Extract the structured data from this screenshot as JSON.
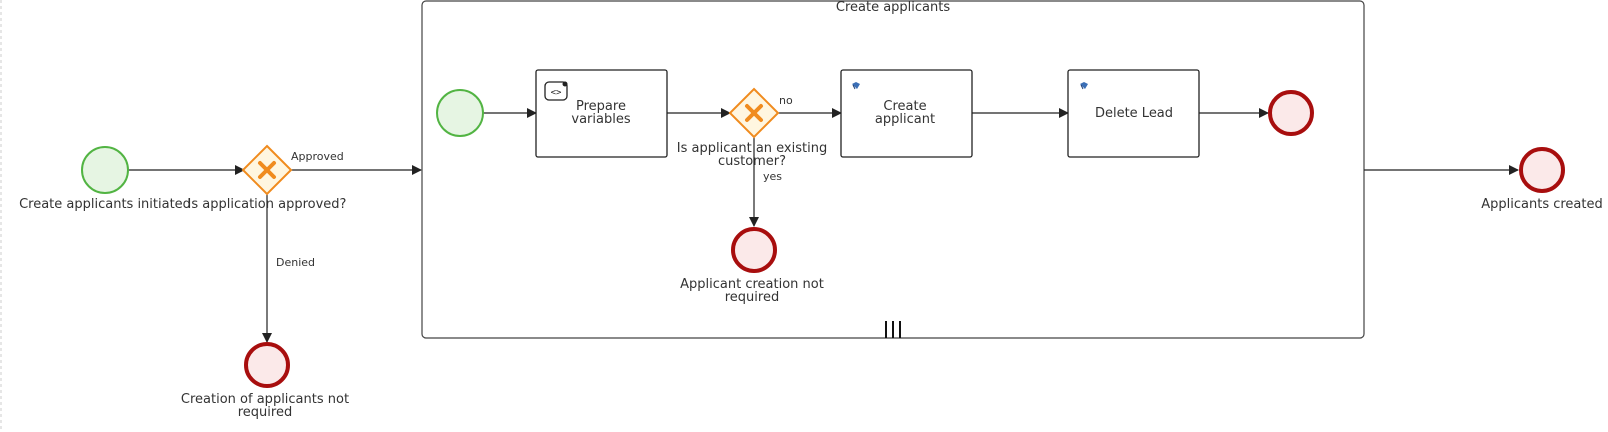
{
  "subprocess": {
    "title": "Create applicants"
  },
  "events": {
    "start_outer": "Create applicants initiated",
    "end_outer": "Applicants created",
    "end_denied": [
      "Creation of applicants not",
      "required"
    ],
    "end_not_required": [
      "Applicant creation not",
      "required"
    ]
  },
  "gateways": {
    "approved": "Is application approved?",
    "existing_customer": [
      "Is applicant an existing",
      "customer?"
    ]
  },
  "tasks": {
    "prepare": [
      "Prepare",
      "variables"
    ],
    "create": [
      "Create",
      "applicant"
    ],
    "delete": "Delete Lead"
  },
  "flows": {
    "approved": "Approved",
    "denied": "Denied",
    "no": "no",
    "yes": "yes"
  },
  "colors": {
    "start": "#52b443",
    "end": "#a80e0e",
    "gateway": "#f08b1e"
  }
}
